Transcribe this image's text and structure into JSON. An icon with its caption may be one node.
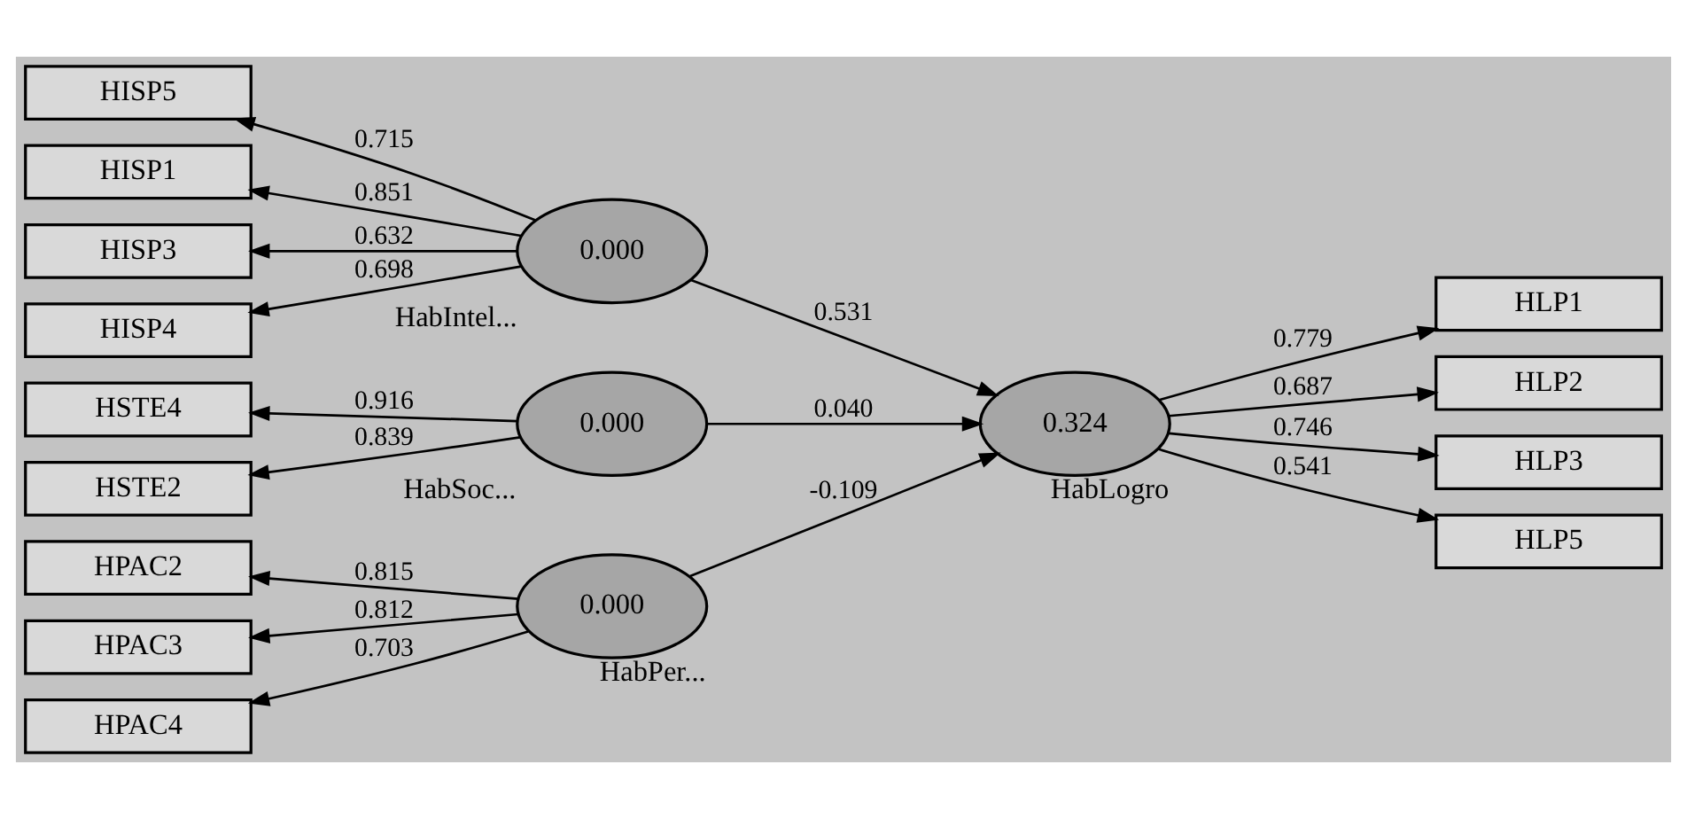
{
  "diagram": {
    "nodes": [
      {
        "text": [
          "HPAC2"
        ]
      },
      {
        "text": [
          "HPAC3"
        ]
      },
      {
        "text": [
          "HPAC4"
        ]
      },
      {
        "text": [
          "0.000"
        ],
        "beside": [
          "HabPer..."
        ]
      },
      {
        "text": [
          "HISP1"
        ]
      },
      {
        "text": [
          "HISP3"
        ]
      },
      {
        "text": [
          "HISP4"
        ]
      },
      {
        "text": [
          "HISP5"
        ]
      },
      {
        "text": [
          "0.000"
        ],
        "beside": [
          "HabIntel..."
        ]
      },
      {
        "text": [
          "HSTE2"
        ]
      },
      {
        "text": [
          "HSTE4"
        ]
      },
      {
        "text": [
          "0.000"
        ],
        "beside": [
          "HabSoc..."
        ]
      },
      {
        "text": [
          "0.324"
        ],
        "beside": [
          "HabLogro"
        ]
      },
      {
        "text": [
          "HLP1"
        ]
      },
      {
        "text": [
          "HLP2"
        ]
      },
      {
        "text": [
          "HLP3"
        ]
      },
      {
        "text": [
          "HLP5"
        ]
      }
    ],
    "edges": [
      {
        "from": 3,
        "to": 0,
        "arrow": "to",
        "label": "0.815"
      },
      {
        "from": 3,
        "to": 1,
        "arrow": "to",
        "label": "0.812"
      },
      {
        "from": 3,
        "to": 2,
        "arrow": "to",
        "label": "0.703"
      },
      {
        "from": 8,
        "to": 4,
        "arrow": "to",
        "label": "0.851"
      },
      {
        "from": 8,
        "to": 5,
        "arrow": "to",
        "label": "0.632"
      },
      {
        "from": 8,
        "to": 6,
        "arrow": "to",
        "label": "0.698"
      },
      {
        "from": 8,
        "to": 7,
        "arrow": "to",
        "label": "0.715"
      },
      {
        "from": 11,
        "to": 9,
        "arrow": "to",
        "label": "0.839"
      },
      {
        "from": 11,
        "to": 10,
        "arrow": "to",
        "label": "0.916"
      },
      {
        "from": 3,
        "to": 12,
        "arrow": "to",
        "label": "-0.109"
      },
      {
        "from": 8,
        "to": 12,
        "arrow": "to",
        "label": "0.531"
      },
      {
        "from": 11,
        "to": 12,
        "arrow": "to",
        "label": "0.040"
      },
      {
        "from": 12,
        "to": 13,
        "arrow": "to",
        "label": "0.779"
      },
      {
        "from": 12,
        "to": 14,
        "arrow": "to",
        "label": "0.687"
      },
      {
        "from": 12,
        "to": 15,
        "arrow": "to",
        "label": "0.746"
      },
      {
        "from": 12,
        "to": 16,
        "arrow": "to",
        "label": "0.541"
      }
    ]
  }
}
